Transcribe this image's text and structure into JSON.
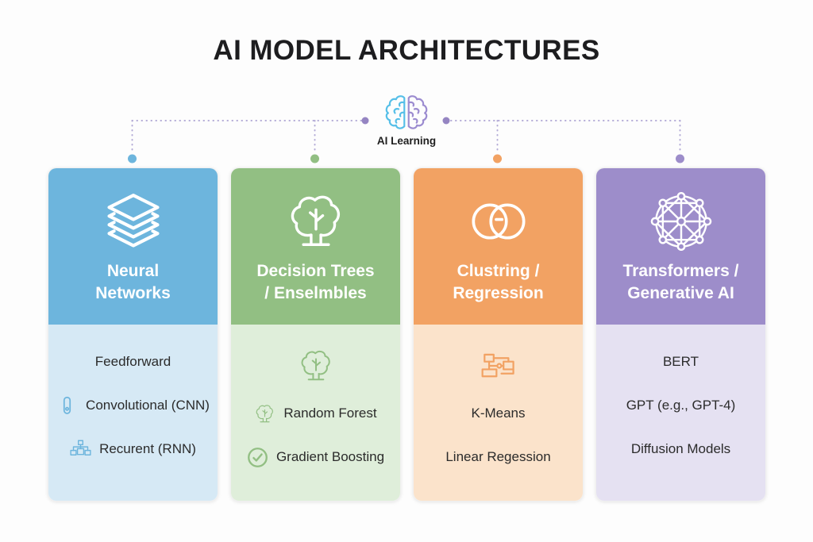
{
  "title": "AI MODEL ARCHITECTURES",
  "hub": {
    "label": "AI Learning",
    "icon": "brain-icon",
    "left_color": "#56bfe8",
    "right_color": "#9c8cd0"
  },
  "connectors": {
    "line_color": "#b3abd6",
    "endpoint_dot_color": "#9585c2"
  },
  "columns": [
    {
      "id": "neural-networks",
      "title": "Neural Networks",
      "title_lines": [
        "Neural",
        "Networks"
      ],
      "header_icon": "layers-icon",
      "header_color": "#6db5dd",
      "body_color": "#d6e9f5",
      "dot_color": "#6db5dd",
      "items": [
        {
          "icon": null,
          "label": "Feedforward"
        },
        {
          "icon": "paperclip-icon",
          "label": "Convolutional (CNN)"
        },
        {
          "icon": "hierarchy-icon",
          "label": "Recurent (RNN)"
        }
      ]
    },
    {
      "id": "decision-trees-ensembles",
      "title": "Decision Trees / Enselmbles",
      "title_lines": [
        "Decision Trees",
        "/ Enselmbles"
      ],
      "header_icon": "tree-icon",
      "header_color": "#92bf83",
      "body_color": "#dfeeda",
      "dot_color": "#92bf83",
      "items": [
        {
          "icon": "tree-icon",
          "label": ""
        },
        {
          "icon": "tree-icon",
          "label": "Random Forest"
        },
        {
          "icon": "check-circle-icon",
          "label": "Gradient Boosting"
        }
      ]
    },
    {
      "id": "clustering-regression",
      "title": "Clustring / Regression",
      "title_lines": [
        "Clustring /",
        "Regression"
      ],
      "header_icon": "venn-icon",
      "header_color": "#f2a263",
      "body_color": "#fbe3cb",
      "dot_color": "#f2a263",
      "items": [
        {
          "icon": "flowchart-icon",
          "label": ""
        },
        {
          "icon": null,
          "label": "K-Means"
        },
        {
          "icon": null,
          "label": "Linear Regession"
        }
      ]
    },
    {
      "id": "transformers-generative-ai",
      "title": "Transformers / Generative AI",
      "title_lines": [
        "Transformers /",
        "Generative AI"
      ],
      "header_icon": "network-icon",
      "header_color": "#9d8dca",
      "body_color": "#e5e1f2",
      "dot_color": "#9d8dca",
      "items": [
        {
          "icon": null,
          "label": "BERT"
        },
        {
          "icon": null,
          "label": "GPT (e.g., GPT-4)"
        },
        {
          "icon": null,
          "label": "Diffusion Models"
        }
      ]
    }
  ]
}
